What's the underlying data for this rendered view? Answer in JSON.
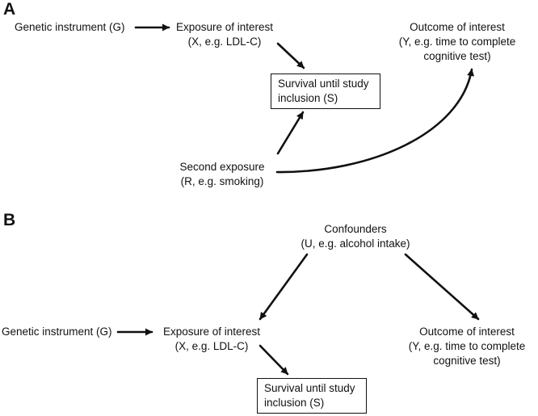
{
  "panels": [
    {
      "label": "A",
      "nodes": {
        "genetic_instrument": {
          "lines": [
            "Genetic instrument (G)"
          ]
        },
        "exposure": {
          "lines": [
            "Exposure of interest",
            "(X, e.g. LDL-C)"
          ]
        },
        "outcome": {
          "lines": [
            "Outcome of interest",
            "(Y, e.g. time to complete",
            "cognitive test)"
          ]
        },
        "survival": {
          "lines": [
            "Survival until study",
            "inclusion (S)"
          ]
        },
        "second_exposure": {
          "lines": [
            "Second exposure",
            "(R, e.g. smoking)"
          ]
        }
      }
    },
    {
      "label": "B",
      "nodes": {
        "confounders": {
          "lines": [
            "Confounders",
            "(U, e.g. alcohol intake)"
          ]
        },
        "genetic_instrument": {
          "lines": [
            "Genetic instrument (G)"
          ]
        },
        "exposure": {
          "lines": [
            "Exposure of interest",
            "(X, e.g. LDL-C)"
          ]
        },
        "outcome": {
          "lines": [
            "Outcome of interest",
            "(Y, e.g. time to complete",
            "cognitive test)"
          ]
        },
        "survival": {
          "lines": [
            "Survival until study",
            "inclusion (S)"
          ]
        }
      }
    }
  ],
  "colors": {
    "ink": "#111111",
    "background": "#ffffff"
  }
}
